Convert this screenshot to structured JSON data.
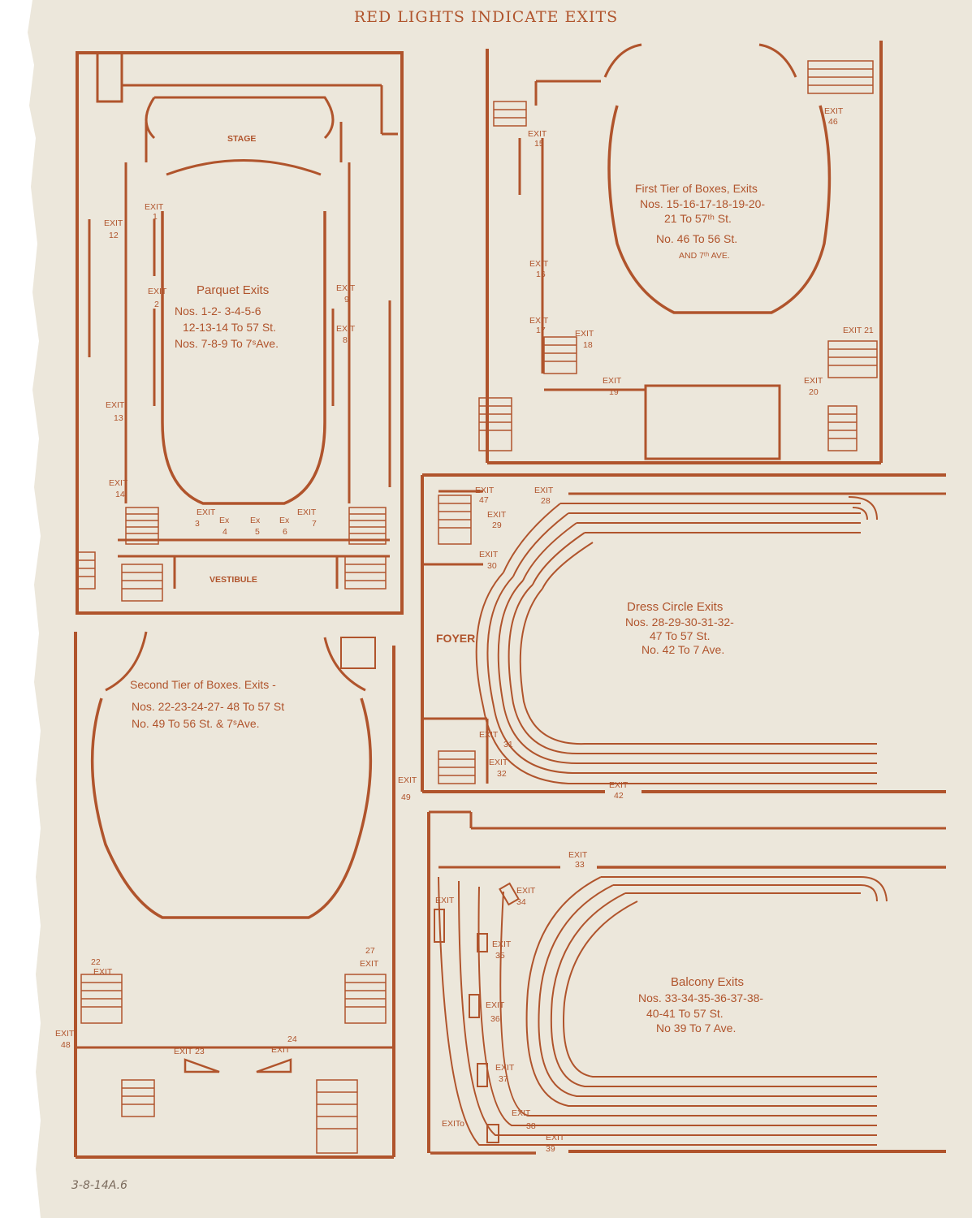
{
  "header": "RED LIGHTS INDICATE EXITS",
  "pencil_note": "3-8-14A.6",
  "colors": {
    "ink": "#b0542c",
    "paper": "#ece7db"
  },
  "parquet": {
    "stage": "STAGE",
    "vestibule": "VESTIBULE",
    "caption": [
      "Parquet Exits",
      "Nos. 1-2- 3-4-5-6",
      "12-13-14 To 57 St.",
      "Nos. 7-8-9 To 7ˢAve."
    ],
    "exits": [
      "EXIT",
      "EXIT",
      "EXIT",
      "EXIT",
      "EXIT",
      "EXIT",
      "EXIT",
      "EXIT",
      "Ex",
      "Ex",
      "Ex",
      "EXIT"
    ],
    "exit_nums": [
      "1",
      "12",
      "2",
      "9",
      "8",
      "13",
      "14",
      "3",
      "4",
      "5",
      "6",
      "7"
    ]
  },
  "first_tier": {
    "caption": [
      "First Tier of Boxes, Exits",
      "Nos. 15-16-17-18-19-20-",
      "21 To 57ᵗʰ St.",
      "No. 46 To 56 St.",
      "AND 7ᵗʰ AVE."
    ],
    "exits": [
      "EXIT",
      "EXIT",
      "EXIT",
      "EXIT",
      "EXIT",
      "EXIT",
      "EXIT 21",
      "EXIT"
    ],
    "exit_nums": [
      "15",
      "46",
      "16",
      "17",
      "18",
      "19",
      "",
      "20"
    ]
  },
  "dress_circle": {
    "foyer": "FOYER",
    "caption": [
      "Dress Circle Exits",
      "Nos. 28-29-30-31-32-",
      "47 To 57 St.",
      "No. 42 To 7 Ave."
    ],
    "exits": [
      "EXIT",
      "EXIT",
      "EXIT",
      "EXIT",
      "EXIT",
      "EXIT",
      "EXIT"
    ],
    "exit_nums": [
      "47",
      "28",
      "29",
      "30",
      "31",
      "32",
      "42"
    ]
  },
  "second_tier": {
    "caption": [
      "Second Tier of Boxes. Exits -",
      "Nos. 22-23-24-27- 48 To 57 St",
      "No. 49 To 56 St. & 7ˢAve."
    ],
    "exits": [
      "EXIT",
      "EXIT",
      "EXIT",
      "EXIT",
      "EXIT 23",
      "EXIT"
    ],
    "exit_nums": [
      "49",
      "22",
      "27",
      "48",
      "",
      "24"
    ]
  },
  "balcony": {
    "caption": [
      "Balcony Exits",
      "Nos. 33-34-35-36-37-38-",
      "40-41 To 57 St.",
      "No 39 To 7 Ave."
    ],
    "exits": [
      "EXIT",
      "EXIT",
      "EXIT",
      "EXIT",
      "EXIT",
      "EXIT",
      "EXIT",
      "EXIT",
      "EXITo"
    ],
    "exit_nums": [
      "33",
      "",
      "34",
      "35",
      "36",
      "37",
      "38",
      "39",
      ""
    ]
  }
}
